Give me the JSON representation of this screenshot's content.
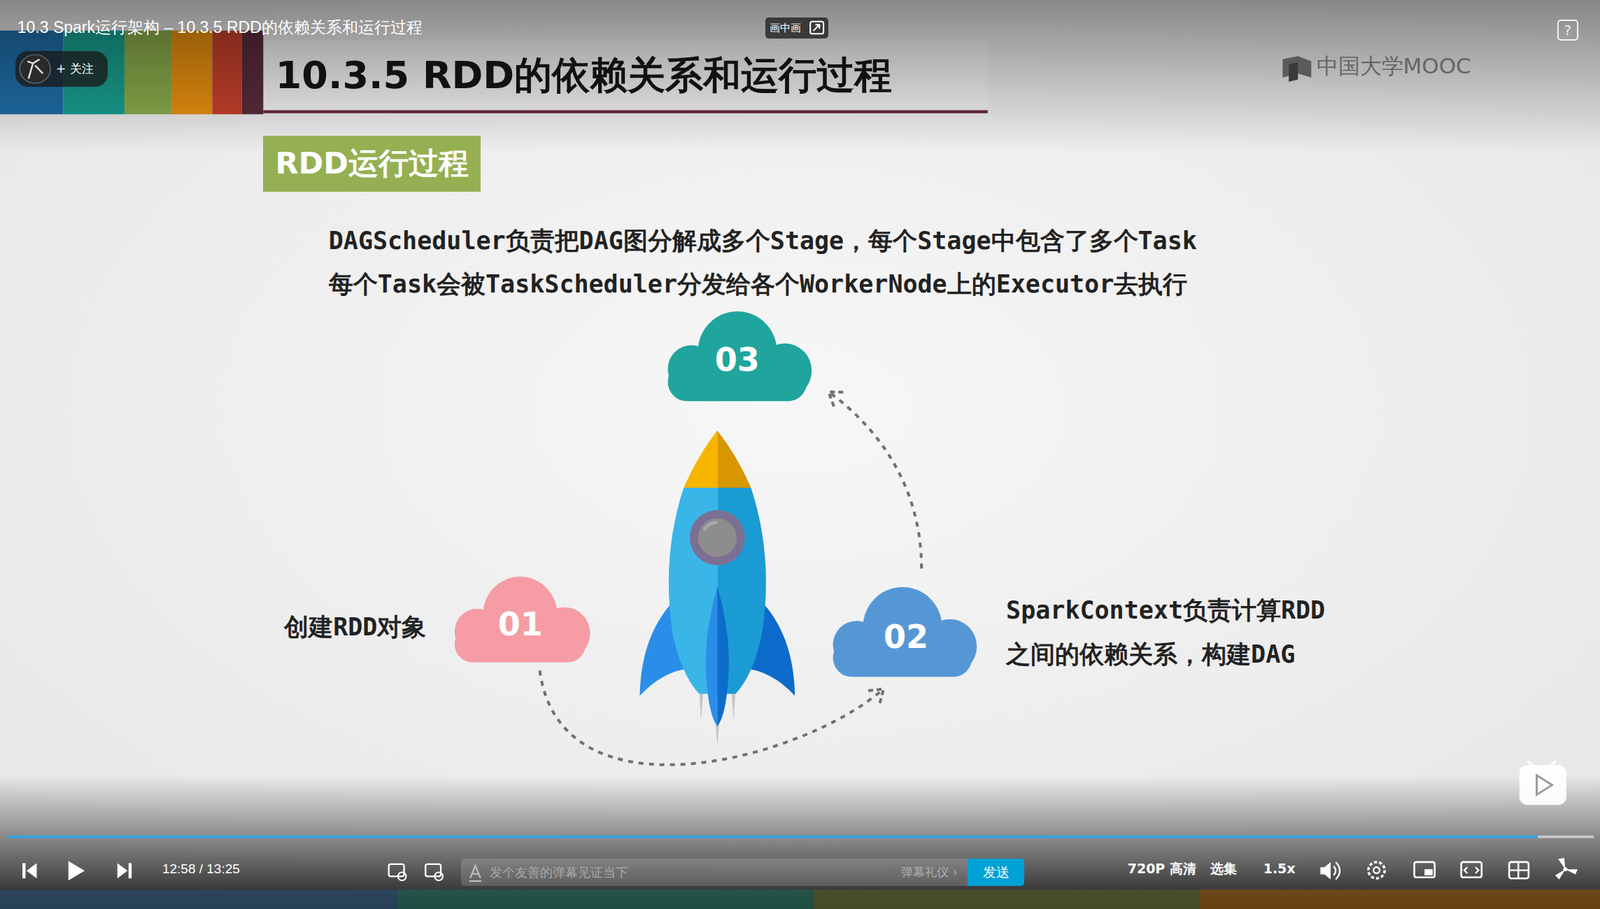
{
  "diagram": {
    "title": "10.3.5 RDD的依赖关系和运行过程",
    "nodes": [
      {
        "text": [
          "画中画"
        ]
      },
      {
        "text": [
          "+ 关注"
        ]
      },
      {
        "text": [
          "RDD运行过程"
        ]
      },
      {
        "text": [
          "01",
          "创建RDD对象"
        ]
      },
      {
        "text": [
          "02",
          "SparkContext负责计算RDD 之间的依赖关系，构建DAG"
        ]
      },
      {
        "text": [
          "03",
          "DAGScheduler负责把DAG图分解成多个Stage，每个Stage中包含了多个Task",
          "每个Task会被TaskScheduler分发给各个WorkerNode上的Executor去执行"
        ]
      },
      {
        "text": [
          "发个友善的弹幕见证当下",
          "弹幕礼仪 ›"
        ]
      },
      {
        "text": [
          "发送"
        ]
      }
    ],
    "edges": [
      {
        "from": 3,
        "to": 4,
        "arrow": "to"
      },
      {
        "from": 4,
        "to": 5,
        "arrow": "to"
      }
    ],
    "labels": [
      "10.3 Spark运行架构 – 10.3.5 RDD的依赖关系和运行过程",
      "中国大学MOOC",
      "?",
      "12:58 / 13:25",
      "720P 高清",
      "选集",
      "1.5x"
    ]
  }
}
